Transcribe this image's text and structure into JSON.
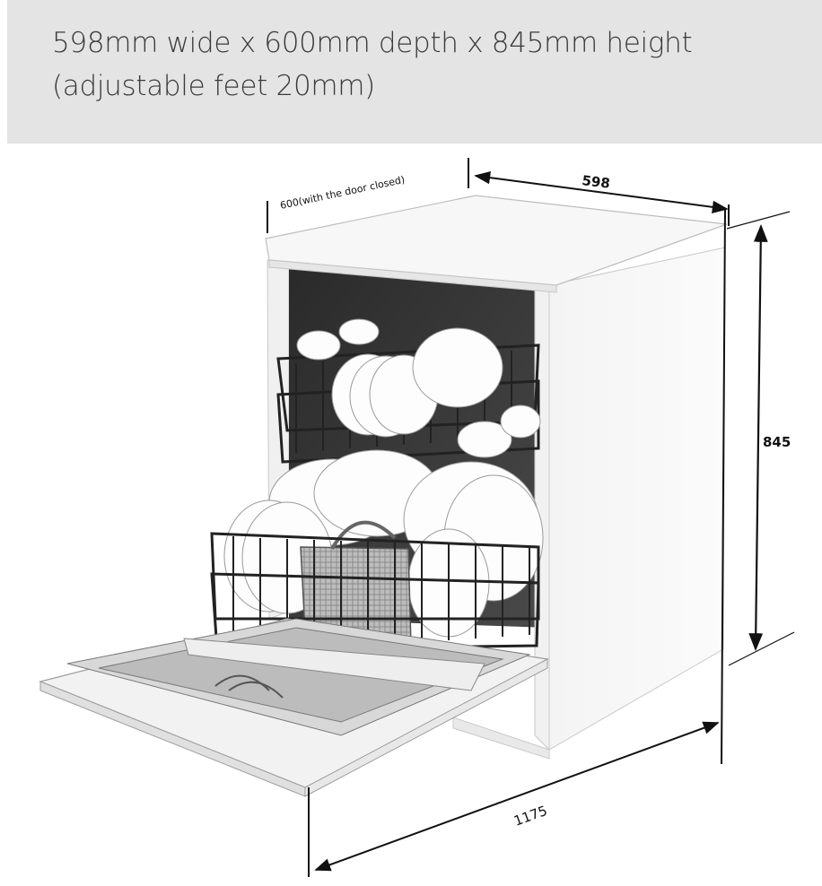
{
  "header": {
    "line1": "598mm wide x 600mm depth x 845mm height",
    "line2": "(adjustable feet 20mm)"
  },
  "dimensions": {
    "depth_label": "600(with the door closed)",
    "width_label": "598",
    "height_label": "845",
    "open_depth_label": "1175"
  },
  "colors": {
    "header_bg": "#e4e4e4",
    "text": "#3a3a3a",
    "line": "#111111"
  }
}
